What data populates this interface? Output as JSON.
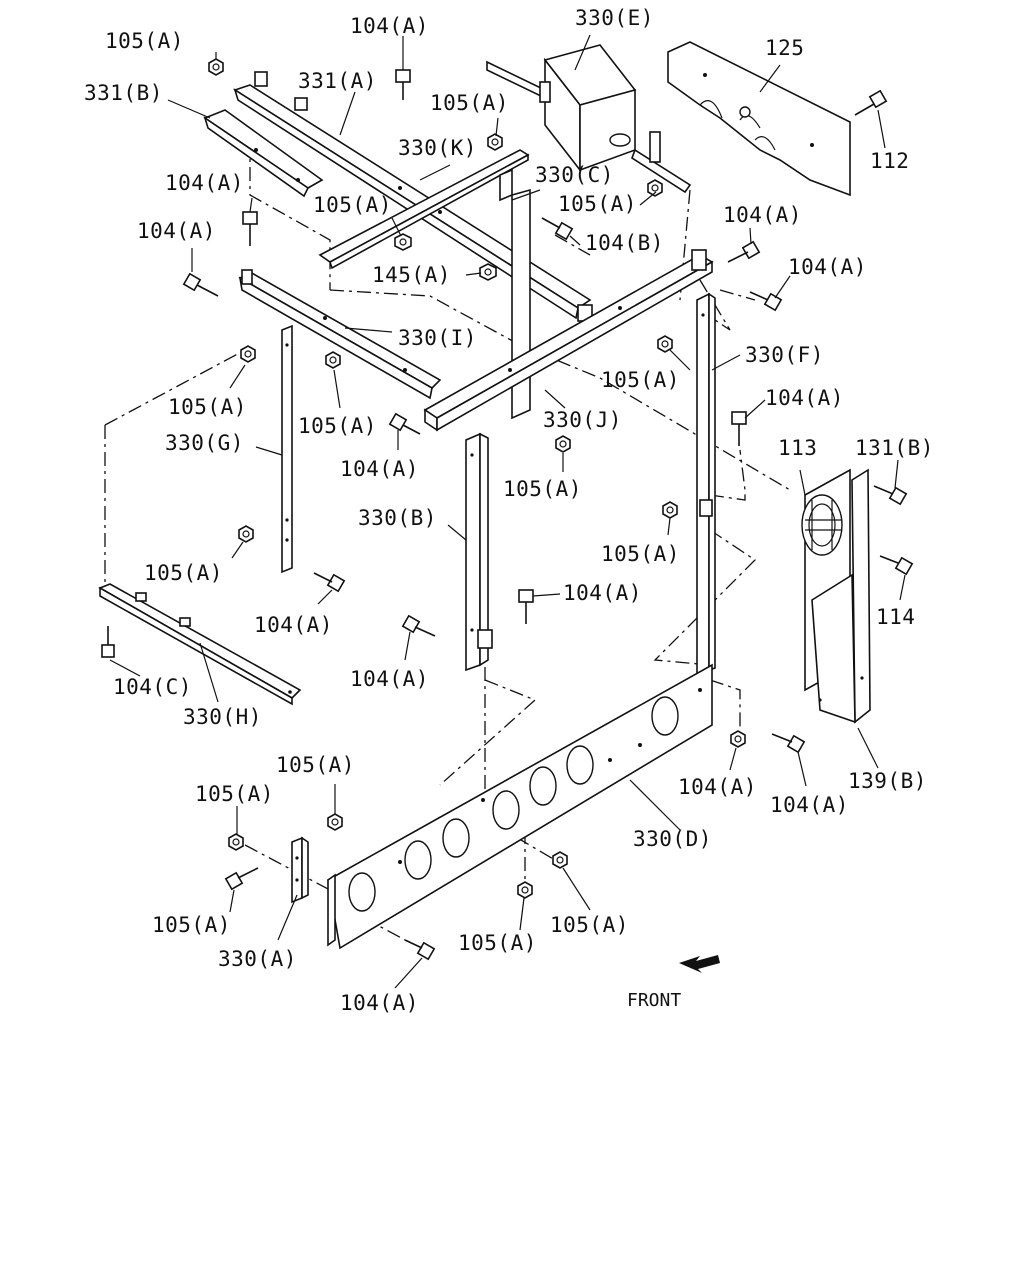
{
  "labels": {
    "l1": "105(A)",
    "l2": "104(A)",
    "l3": "330(E)",
    "l4": "125",
    "l5": "331(B)",
    "l6": "331(A)",
    "l7": "105(A)",
    "l8": "330(K)",
    "l9": "112",
    "l10": "104(A)",
    "l11": "330(C)",
    "l12": "105(A)",
    "l13": "105(A)",
    "l14": "104(A)",
    "l15": "104(A)",
    "l16": "104(B)",
    "l17": "145(A)",
    "l18": "104(A)",
    "l19": "330(I)",
    "l20": "330(F)",
    "l21": "105(A)",
    "l22": "105(A)",
    "l23": "105(A)",
    "l24": "330(J)",
    "l25": "104(A)",
    "l26": "330(G)",
    "l27": "104(A)",
    "l28": "113",
    "l29": "131(B)",
    "l30": "105(A)",
    "l31": "330(B)",
    "l32": "105(A)",
    "l33": "105(A)",
    "l34": "104(A)",
    "l35": "114",
    "l36": "104(A)",
    "l37": "104(A)",
    "l38": "104(C)",
    "l39": "330(H)",
    "l40": "105(A)",
    "l41": "105(A)",
    "l42": "104(A)",
    "l43": "139(B)",
    "l44": "330(D)",
    "l45": "104(A)",
    "l46": "105(A)",
    "l47": "105(A)",
    "l48": "330(A)",
    "l49": "104(A)"
  },
  "front_label": "FRONT",
  "colors": {
    "ink": "#111111",
    "background": "#ffffff"
  }
}
